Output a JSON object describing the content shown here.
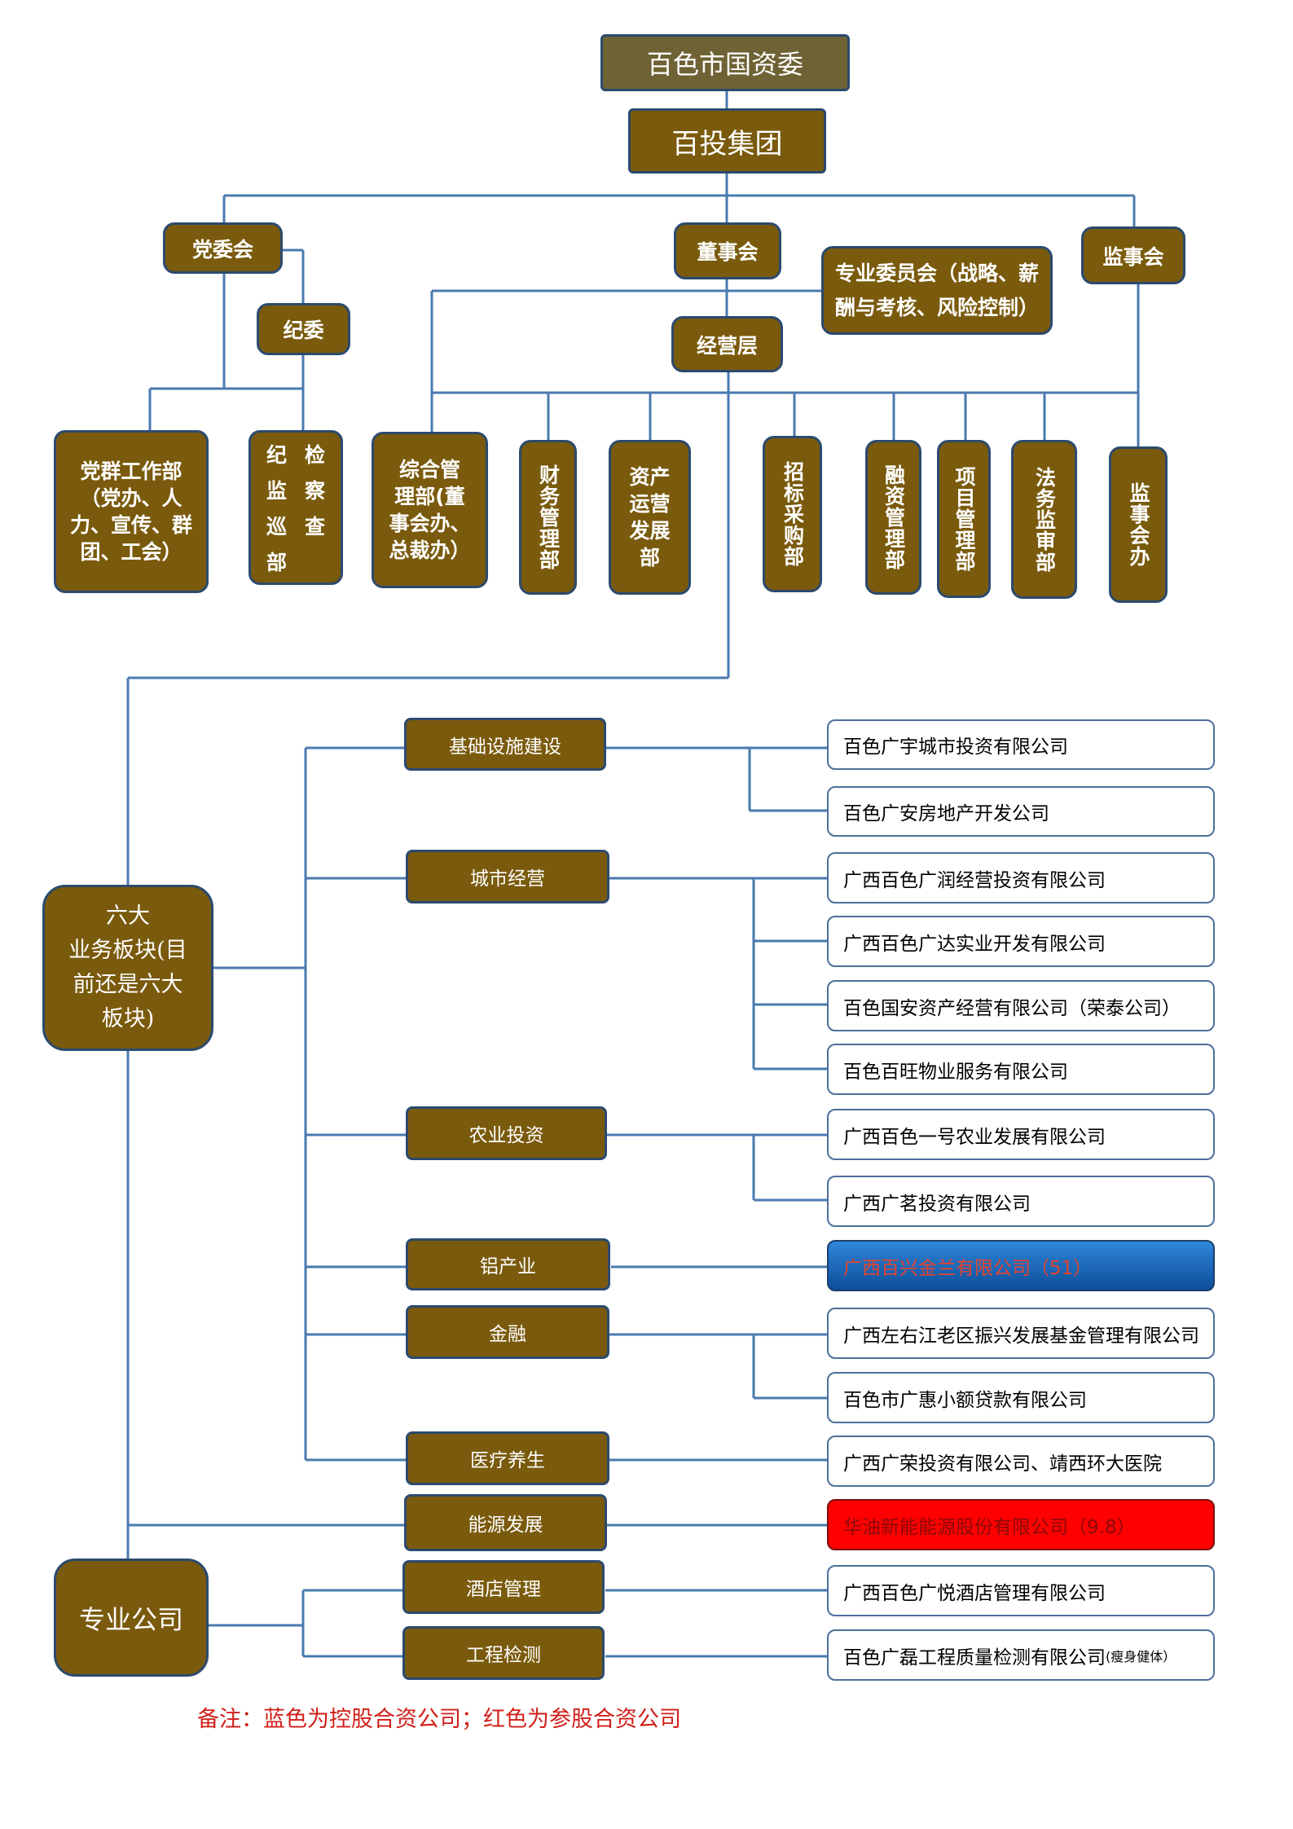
{
  "top": {
    "sasac": "百色市国资委",
    "group": "百投集团"
  },
  "governance": {
    "party_committee": "党委会",
    "board": "董事会",
    "supervisory_board": "监事会",
    "discipline_committee": "纪委",
    "special_committees": [
      "专业委员会（战略、薪",
      "酬与考核、风险控制）"
    ],
    "management": "经营层"
  },
  "departments": {
    "party_work": [
      "党群工作部",
      "（党办、人",
      "力、宣传、群",
      "团、工会）"
    ],
    "discipline_dept": [
      "纪",
      "检",
      "监",
      "察",
      "巡",
      "查",
      "部"
    ],
    "general_mgmt": [
      "综合管",
      "理部(董",
      "事会办、",
      "总裁办）"
    ],
    "finance": "财务管理部",
    "asset_ops": [
      "资产",
      "运营",
      "发展",
      "部"
    ],
    "procurement": "招标采购部",
    "financing": "融资管理部",
    "project": "项目管理部",
    "legal_audit": "法务监审部",
    "supervisory_office": "监事会办"
  },
  "six_segments": [
    "六大",
    "业务板块(目",
    "前还是六大",
    "板块)"
  ],
  "professional_companies": "专业公司",
  "segments": {
    "infrastructure": "基础设施建设",
    "urban_ops": "城市经营",
    "agriculture": "农业投资",
    "aluminum": "铝产业",
    "finance": "金融",
    "healthcare": "医疗养生",
    "energy": "能源发展",
    "hotel": "酒店管理",
    "engineering": "工程检测"
  },
  "companies": {
    "c1": "百色广宇城市投资有限公司",
    "c2": "百色广安房地产开发公司",
    "c3": "广西百色广润经营投资有限公司",
    "c4": "广西百色广达实业开发有限公司",
    "c5": "百色国安资产经营有限公司（荣泰公司）",
    "c6": "百色百旺物业服务有限公司",
    "c7": "广西百色一号农业发展有限公司",
    "c8": "广西广茗投资有限公司",
    "c9": "广西百兴金兰有限公司（51）",
    "c10": "广西左右江老区振兴发展基金管理有限公司",
    "c11": "百色市广惠小额贷款有限公司",
    "c12": "广西广荣投资有限公司、靖西环大医院",
    "c13": "华油新能能源股份有限公司（9.8）",
    "c14": "广西百色广悦酒店管理有限公司",
    "c15_main": "百色广磊工程质量检测有限公司",
    "c15_note": "(瘦身健体）"
  },
  "colors": {
    "node_fill": "#7a5a0c",
    "node_border": "#2c4a6e",
    "line": "#4a7ab0",
    "controlling_fill": "#0d4e9a",
    "participating_fill": "#ff0000",
    "note_text": "#d0201a"
  },
  "note": "备注：蓝色为控股合资公司；红色为参股合资公司"
}
